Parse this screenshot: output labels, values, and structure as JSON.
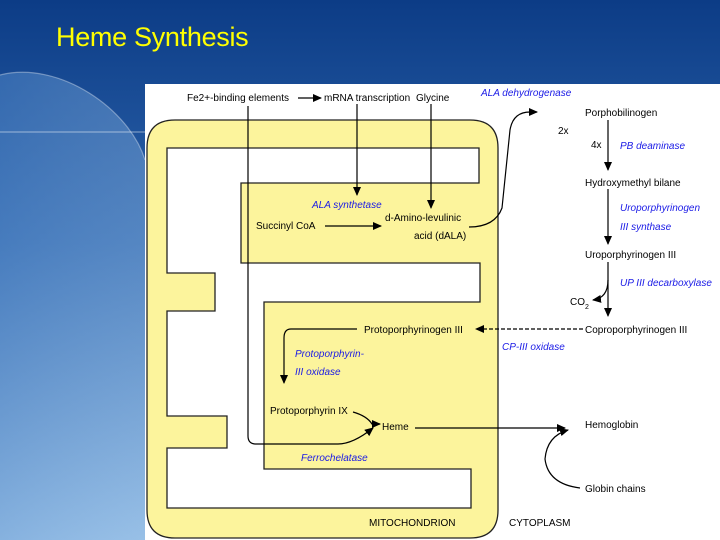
{
  "slide": {
    "title": "Heme Synthesis",
    "colors": {
      "background_top": "#0c3c86",
      "background_bottom": "#8fb9e3",
      "title": "#ffff00",
      "mitochondrion_fill": "#fcf49c",
      "enzyme_text": "#1a1ae6"
    }
  },
  "diagram": {
    "regulation": {
      "fe_elements": "Fe2+-binding elements",
      "mrna": "mRNA transcription",
      "glycine": "Glycine"
    },
    "mitochondrion": {
      "ala_synthetase": "ALA synthetase",
      "succinyl_coa": "Succinyl CoA",
      "dala_line1": "d-Amino-levulinic",
      "dala_line2": "acid (dALA)",
      "protoporphyrinogen": "Protoporphyrinogen III",
      "protox_line1": "Protoporphyrin-",
      "protox_line2": "III oxidase",
      "protoporphyrin": "Protoporphyrin IX",
      "heme": "Heme",
      "ferrochelatase": "Ferrochelatase",
      "label": "MITOCHONDRION"
    },
    "cytoplasm": {
      "ala_dehydrogenase": "ALA dehydrogenase",
      "porphobilinogen": "Porphobilinogen",
      "two_x": "2x",
      "four_x": "4x",
      "pb_deaminase": "PB deaminase",
      "hydroxymethyl": "Hydroxymethyl bilane",
      "uro_synth_line1": "Uroporphyrinogen",
      "uro_synth_line2": "III synthase",
      "uroporphyrinogen": "Uroporphyrinogen III",
      "uro_decarb": "UP III decarboxylase",
      "co2": "CO",
      "co2_sub": "2",
      "coproporphyrinogen": "Coproporphyrinogen III",
      "cp_oxidase": "CP-III oxidase",
      "hemoglobin": "Hemoglobin",
      "globin": "Globin chains",
      "label": "CYTOPLASM"
    }
  }
}
